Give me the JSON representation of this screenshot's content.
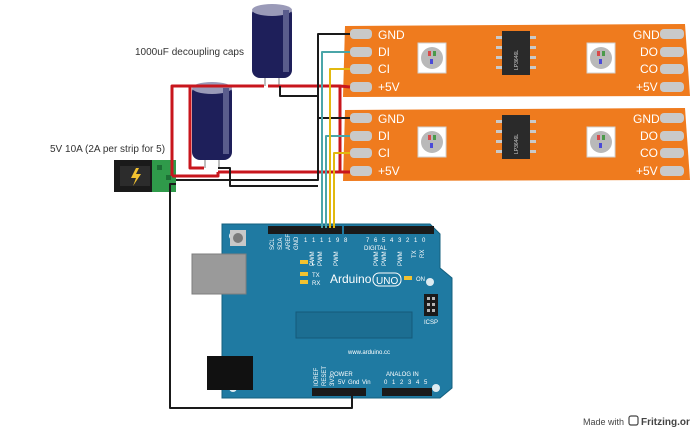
{
  "caps_label": "1000uF decoupling caps",
  "psu_label": "5V 10A (2A per strip for 5)",
  "strip_pins_left": [
    "GND",
    "DI",
    "CI",
    "+5V"
  ],
  "strip_pins_right": [
    "GND",
    "DO",
    "CO",
    "+5V"
  ],
  "ic_label": "LP3646L",
  "arduino": {
    "brand": "Arduino",
    "model": "UNO",
    "on_label": "ON",
    "digital_label": "DIGITAL",
    "analog_label": "ANALOG IN",
    "power_label": "POWER",
    "url": "www.arduino.cc",
    "icsp_label": "ICSP",
    "l_label": "L",
    "tx_label": "TX",
    "rx_label": "RX",
    "top_header_left": [
      "SCL",
      "SDA",
      "AREF",
      "GND",
      "1",
      "1",
      "1",
      "1",
      "9",
      "8"
    ],
    "top_header_pwm": [
      "PWM",
      "PWM",
      "PWM"
    ],
    "top_header_right": [
      "7",
      "6",
      "5",
      "4",
      "3",
      "2",
      "1",
      "0"
    ],
    "top_header_right2": [
      "TX",
      "RX"
    ],
    "bottom_power_pins": [
      "IOREF",
      "RESET",
      "3V3",
      "5V",
      "Gnd",
      "Vin"
    ],
    "bottom_analog_pins": [
      "0",
      "1",
      "2",
      "3",
      "4",
      "5"
    ]
  },
  "footer": {
    "made_with": "Made with",
    "brand": "Fritzing.org"
  }
}
